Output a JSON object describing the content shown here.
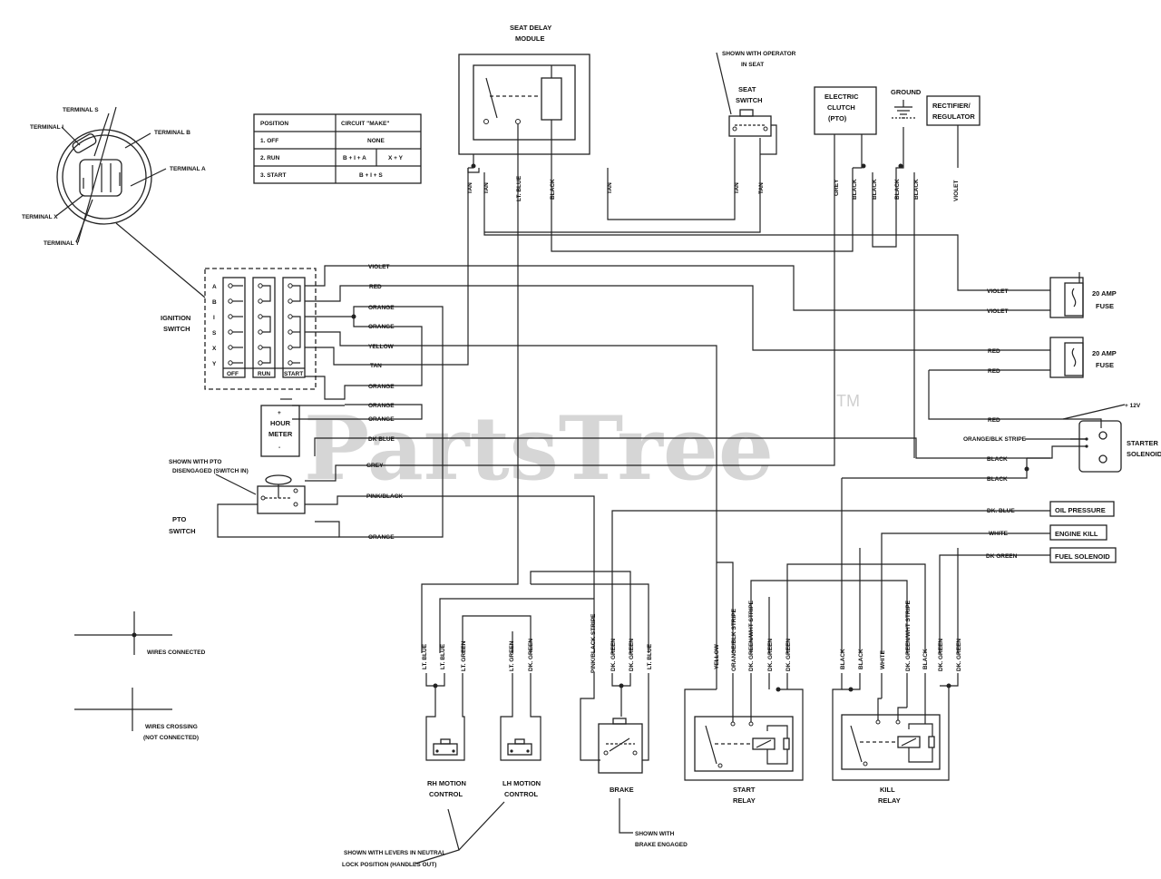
{
  "watermark": {
    "text": "PartsTree",
    "mark": "TM"
  },
  "ignition_key": {
    "terminals": [
      "TERMINAL S",
      "TERMINAL I",
      "TERMINAL B",
      "TERMINAL A",
      "TERMINAL X",
      "TERMINAL Y"
    ]
  },
  "position_table": {
    "headers": [
      "POSITION",
      "CIRCUIT \"MAKE\""
    ],
    "rows": [
      {
        "position": "1. OFF",
        "make": "NONE",
        "extra": ""
      },
      {
        "position": "2. RUN",
        "make": "B + I + A",
        "extra": "X + Y"
      },
      {
        "position": "3. START",
        "make": "B + I + S",
        "extra": ""
      }
    ]
  },
  "ignition_switch": {
    "title_line1": "IGNITION",
    "title_line2": "SWITCH",
    "rows": [
      "A",
      "B",
      "I",
      "S",
      "X",
      "Y"
    ],
    "columns": [
      "OFF",
      "RUN",
      "START"
    ]
  },
  "components": {
    "seat_delay_line1": "SEAT DELAY",
    "seat_delay_line2": "MODULE",
    "seat_switch_line1": "SEAT",
    "seat_switch_line2": "SWITCH",
    "seat_note_line1": "SHOWN WITH OPERATOR",
    "seat_note_line2": "IN SEAT",
    "clutch_line1": "ELECTRIC",
    "clutch_line2": "CLUTCH",
    "clutch_line3": "(PTO)",
    "ground": "GROUND",
    "rect_line1": "RECTIFIER/",
    "rect_line2": "REGULATOR",
    "fuse1_line1": "20 AMP",
    "fuse1_line2": "FUSE",
    "fuse2_line1": "20 AMP",
    "fuse2_line2": "FUSE",
    "plus12v": "+ 12V",
    "solenoid_line1": "STARTER",
    "solenoid_line2": "SOLENOID",
    "hour_line1": "+",
    "hour_line2": "HOUR",
    "hour_line3": "METER",
    "hour_line4": "-",
    "pto_note_line1": "SHOWN WITH PTO",
    "pto_note_line2": "DISENGAGED (SWITCH IN)",
    "pto_line1": "PTO",
    "pto_line2": "SWITCH",
    "oil": "OIL PRESSURE",
    "kill": "ENGINE KILL",
    "fuel": "FUEL SOLENOID",
    "rh_line1": "RH MOTION",
    "rh_line2": "CONTROL",
    "lh_line1": "LH MOTION",
    "lh_line2": "CONTROL",
    "brake": "BRAKE",
    "brake_note_line1": "SHOWN WITH",
    "brake_note_line2": "BRAKE ENGAGED",
    "start_relay_line1": "START",
    "start_relay_line2": "RELAY",
    "kill_relay_line1": "KILL",
    "kill_relay_line2": "RELAY",
    "levers_line1": "SHOWN WITH LEVERS IN NEUTRAL",
    "levers_line2": "LOCK POSITION (HANDLES OUT)"
  },
  "legend": {
    "connected": "WIRES CONNECTED",
    "crossing_line1": "WIRES CROSSING",
    "crossing_line2": "(NOT CONNECTED)"
  },
  "wire_labels": {
    "switch_side": [
      "VIOLET",
      "RED",
      "ORANGE",
      "ORANGE",
      "YELLOW",
      "TAN",
      "ORANGE",
      "ORANGE",
      "ORANGE",
      "DK BLUE",
      "GREY",
      "PINK/BLACK",
      "ORANGE"
    ],
    "right_side": [
      "VIOLET",
      "VIOLET",
      "RED",
      "RED",
      "RED",
      "ORANGE/BLK STRIPE",
      "BLACK",
      "BLACK",
      "DK. BLUE",
      "WHITE",
      "DK GREEN"
    ],
    "top_vertical": [
      "TAN",
      "TAN",
      "LT. BLUE",
      "BLACK",
      "TAN",
      "TAN",
      "TAN",
      "GREY",
      "BLACK",
      "BLACK",
      "BLACK",
      "BLACK",
      "VIOLET"
    ],
    "bottom_vertical": [
      "LT. BLUE",
      "LT. BLUE",
      "LT. GREEN",
      "LT. GREEN",
      "DK. GREEN",
      "PINK/BLACK STRIPE",
      "DK. GREEN",
      "DK. GREEN",
      "LT. BLUE",
      "YELLOW",
      "ORANGE/BLK STRIPE",
      "DK. GREEN/WHT STRIPE",
      "DK. GREEN",
      "DK. GREEN",
      "BLACK",
      "BLACK",
      "WHITE",
      "DK. GREEN/WHT STRIPE",
      "BLACK",
      "DK. GREEN",
      "DK. GREEN"
    ]
  }
}
